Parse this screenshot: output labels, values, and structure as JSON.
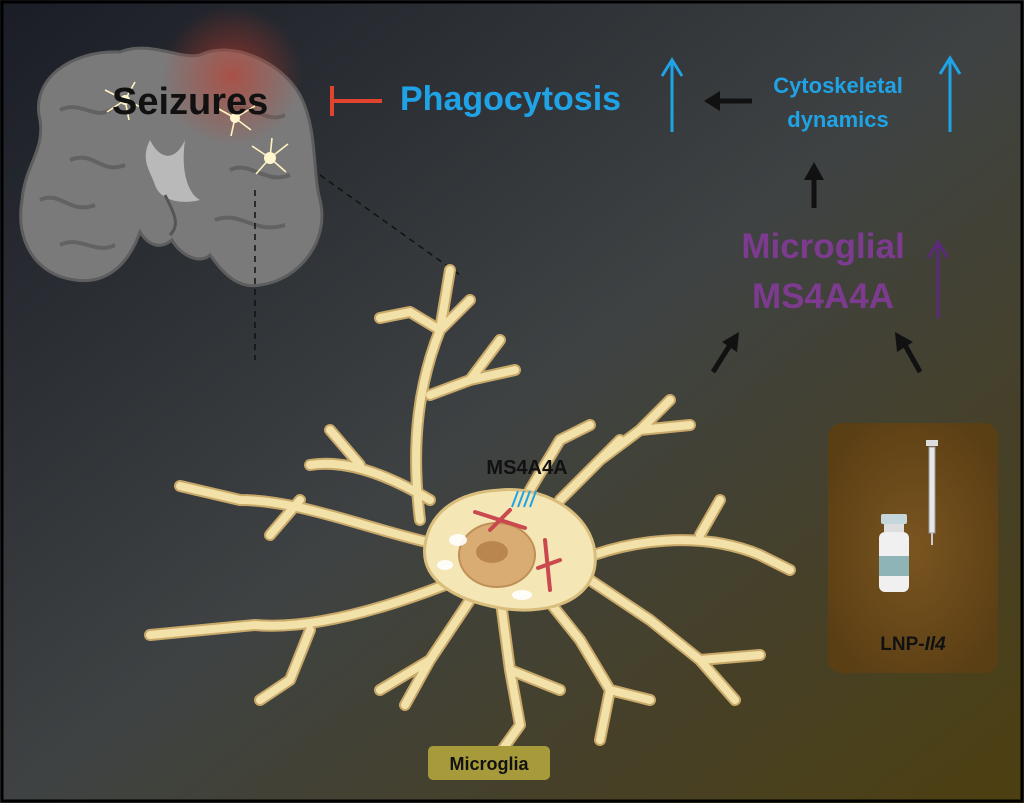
{
  "labels": {
    "seizures": "Seizures",
    "phagocytosis": "Phagocytosis",
    "cytoskeletal_line1": "Cytoskeletal",
    "cytoskeletal_line2": "dynamics",
    "microglial_line1": "Microglial",
    "microglial_line2": "MS4A4A",
    "ms4a4a_receptor": "MS4A4A",
    "microglia_badge": "Microglia",
    "lnp_prefix": "LNP-",
    "lnp_gene": "Il4"
  },
  "colors": {
    "seizures_text": "#111111",
    "inhibition": "#e0442c",
    "phagocytosis_text": "#1fa3e6",
    "microglial_text": "#7d3b8f",
    "arrow_black": "#111111",
    "cell_fill": "#f2e1a8",
    "cell_stroke": "#d9bd7c",
    "nucleus": "#d9ac73",
    "brain": "#777777",
    "lnp_box": "#6b4a18",
    "microglia_badge": "#a79a3a"
  },
  "icons": [
    "brain-coronal-section-icon",
    "microglia-cell-icon",
    "syringe-icon",
    "vial-icon",
    "up-arrow-icon",
    "inhibition-bar-icon"
  ]
}
